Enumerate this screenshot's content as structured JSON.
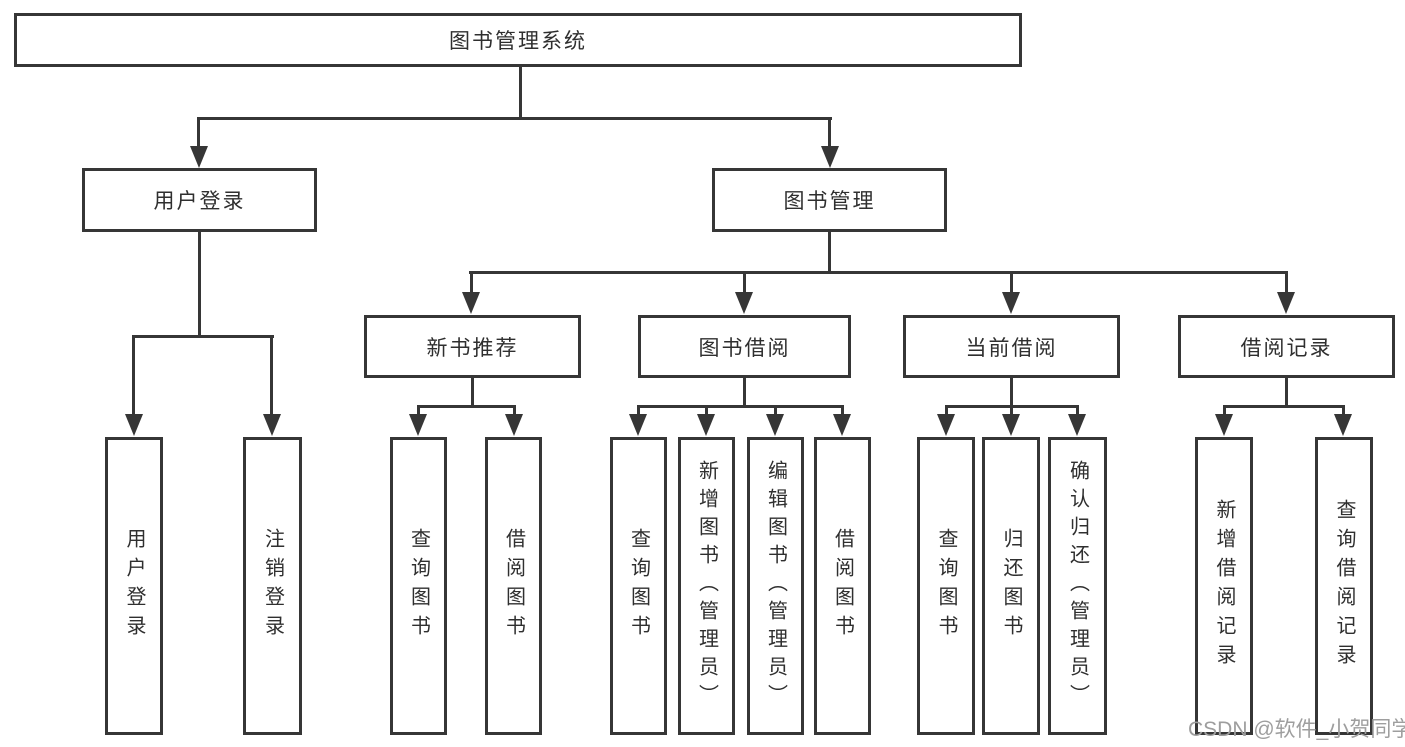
{
  "diagram": {
    "root": {
      "label": "图书管理系统"
    },
    "branches": [
      {
        "label": "用户登录",
        "children": [
          {
            "label": "用户登录"
          },
          {
            "label": "注销登录"
          }
        ]
      },
      {
        "label": "图书管理",
        "children": [
          {
            "label": "新书推荐",
            "children": [
              {
                "label": "查询图书"
              },
              {
                "label": "借阅图书"
              }
            ]
          },
          {
            "label": "图书借阅",
            "children": [
              {
                "label": "查询图书"
              },
              {
                "label": "新增图书（管理员）"
              },
              {
                "label": "编辑图书（管理员）"
              },
              {
                "label": "借阅图书"
              }
            ]
          },
          {
            "label": "当前借阅",
            "children": [
              {
                "label": "查询图书"
              },
              {
                "label": "归还图书"
              },
              {
                "label": "确认归还（管理员）"
              }
            ]
          },
          {
            "label": "借阅记录",
            "children": [
              {
                "label": "新增借阅记录"
              },
              {
                "label": "查询借阅记录"
              }
            ]
          }
        ]
      }
    ]
  },
  "watermark": {
    "text": "CSDN @软件_小贺同学"
  },
  "colors": {
    "line": "#363636",
    "text": "#2f2f2f",
    "watermark": "#9e9e9e",
    "background": "#ffffff"
  }
}
